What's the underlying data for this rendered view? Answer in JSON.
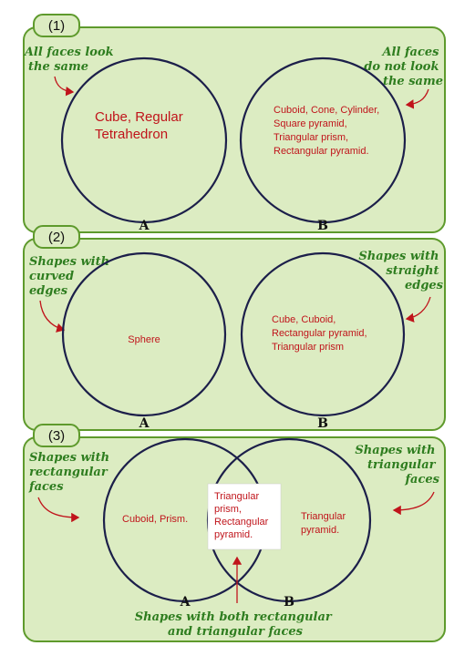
{
  "colors": {
    "panel_fill": "#dcecc2",
    "panel_stroke": "#5e9a2c",
    "circle_stroke": "#1c1f4a",
    "label_green": "#2e7d1f",
    "text_red": "#c0141b",
    "arrow": "#c0141b"
  },
  "panels": [
    {
      "number": "(1)",
      "left_label": [
        "All faces look",
        "the same"
      ],
      "right_label": [
        "All faces",
        "do not look",
        "the same"
      ],
      "circle_a": {
        "letter": "A",
        "lines": [
          "Cube, Regular",
          "Tetrahedron"
        ]
      },
      "circle_b": {
        "letter": "B",
        "lines": [
          "Cuboid, Cone, Cylinder,",
          "Square pyramid,",
          "Triangular prism,",
          "Rectangular pyramid."
        ]
      }
    },
    {
      "number": "(2)",
      "left_label": [
        "Shapes with",
        "curved",
        "edges"
      ],
      "right_label": [
        "Shapes with",
        "straight",
        "edges"
      ],
      "circle_a": {
        "letter": "A",
        "lines": [
          "Sphere"
        ]
      },
      "circle_b": {
        "letter": "B",
        "lines": [
          "Cube, Cuboid,",
          "Rectangular pyramid,",
          "Triangular prism"
        ]
      }
    },
    {
      "number": "(3)",
      "left_label": [
        "Shapes with",
        "rectangular",
        "faces"
      ],
      "right_label": [
        "Shapes with",
        "triangular",
        "faces"
      ],
      "circle_a": {
        "letter": "A",
        "lines": [
          "Cuboid, Prism."
        ]
      },
      "circle_b": {
        "letter": "B",
        "lines": [
          "Triangular",
          "pyramid."
        ]
      },
      "overlap": {
        "lines": [
          "Triangular",
          "prism,",
          "Rectangular",
          "pyramid."
        ]
      },
      "bottom_label": [
        "Shapes with both rectangular",
        "and triangular faces"
      ]
    }
  ]
}
